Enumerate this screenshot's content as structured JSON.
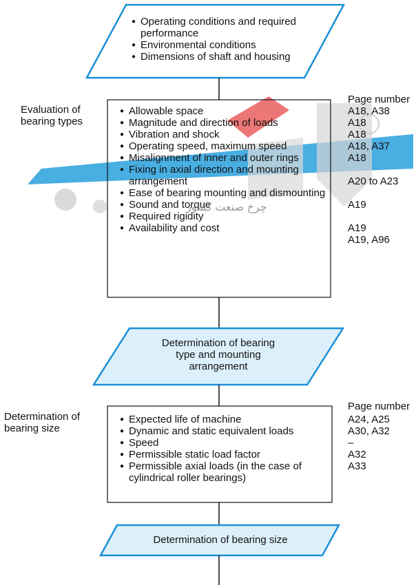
{
  "colors": {
    "parallelogram_stroke": "#1a8fd6",
    "parallelogram_fill_light": "#dcf0fb",
    "box_stroke": "#111111",
    "watermark_blue": "#1e9ad9",
    "watermark_red": "#e84c4c",
    "watermark_gray": "#c9c9c9"
  },
  "top_block": {
    "items": [
      "Operating conditions and required performance",
      "Environmental conditions",
      "Dimensions of shaft and housing"
    ]
  },
  "section1": {
    "side_label": "Evaluation of bearing types",
    "page_header": "Page number",
    "items": [
      "Allowable space",
      "Magnitude and direction of loads",
      "Vibration and shock",
      "Operating speed, maximum speed",
      "Misalignment of inner and outer rings",
      "Fixing in axial direction and mounting arrangement",
      "Ease of bearing mounting and dismounting",
      "Sound and torque",
      "Required rigidity",
      "Availability and cost"
    ],
    "pages": [
      "A18, A38",
      "A18",
      "A18",
      "A18, A37",
      "A18",
      "",
      "A20 to A23",
      "",
      "A19",
      "",
      "A19",
      "A19, A96",
      ""
    ]
  },
  "result1": {
    "text": "Determination of bearing type and mounting arrangement"
  },
  "section2": {
    "side_label": "Determination of bearing size",
    "page_header": "Page number",
    "items": [
      "Expected life of machine",
      "Dynamic and static equivalent loads",
      "Speed",
      "Permissible static load factor",
      "Permissible axial loads (in the case of cylindrical roller bearings)"
    ],
    "pages": [
      "A24, A25",
      "A30, A32",
      "–",
      "A32",
      "A33"
    ]
  },
  "result2": {
    "text": "Determination of bearing size"
  },
  "watermark": {
    "text": "چرخ صنعت کشور"
  }
}
